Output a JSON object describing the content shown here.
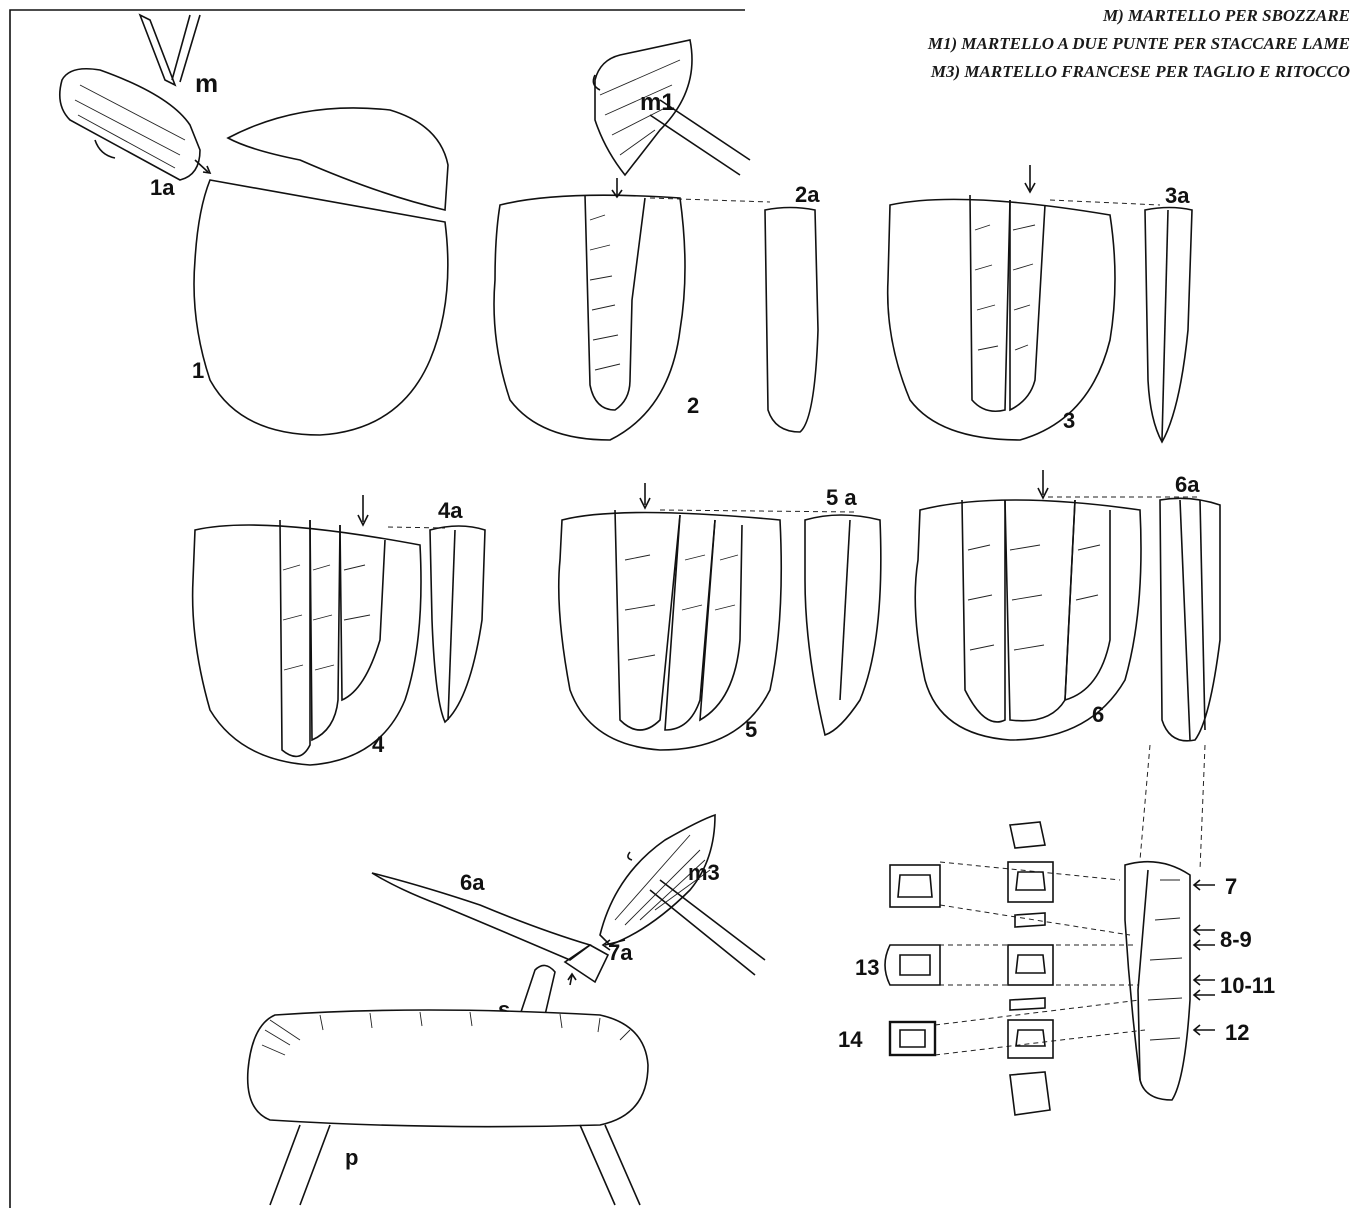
{
  "legend": {
    "m": "M) MARTELLO PER SBOZZARE",
    "m1": "M1) MARTELLO A DUE PUNTE PER STACCARE LAME",
    "m3": "M3) MARTELLO FRANCESE PER TAGLIO E RITOCCO"
  },
  "labels": {
    "m": "m",
    "l1a": "1a",
    "l1": "1",
    "m1": "m1",
    "l2": "2",
    "l2a": "2a",
    "l3": "3",
    "l3a": "3a",
    "l4": "4",
    "l4a": "4a",
    "l5": "5",
    "l5a": "5 a",
    "l6": "6",
    "l6a": "6a",
    "l7": "7",
    "l89": "8-9",
    "l1011": "10-11",
    "l12": "12",
    "l13": "13",
    "l14": "14",
    "l6a_bottom": "6a",
    "m3": "m3",
    "l7a": "7a",
    "s": "s",
    "p": "p"
  },
  "colors": {
    "ink": "#111111",
    "paper": "#ffffff"
  }
}
